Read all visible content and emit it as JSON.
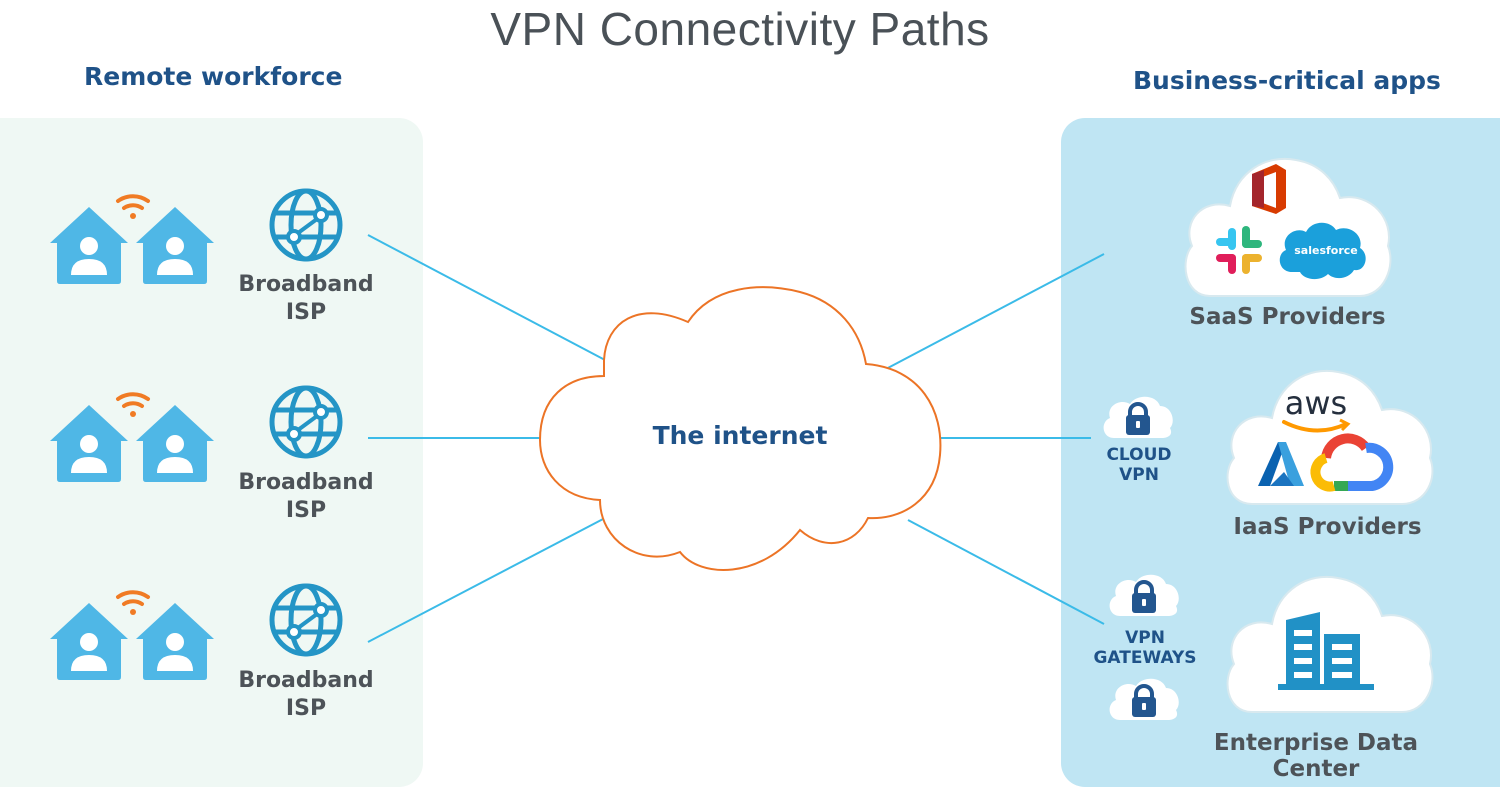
{
  "title": "VPN Connectivity Paths",
  "left_section": {
    "title": "Remote workforce",
    "rows": [
      {
        "homes_icon": "two-home-users-icon",
        "wifi_icon": "wifi-icon",
        "isp_icon": "globe-network-icon",
        "isp_label_line1": "Broadband",
        "isp_label_line2": "ISP"
      },
      {
        "homes_icon": "two-home-users-icon",
        "wifi_icon": "wifi-icon",
        "isp_icon": "globe-network-icon",
        "isp_label_line1": "Broadband",
        "isp_label_line2": "ISP"
      },
      {
        "homes_icon": "two-home-users-icon",
        "wifi_icon": "wifi-icon",
        "isp_icon": "globe-network-icon",
        "isp_label_line1": "Broadband",
        "isp_label_line2": "ISP"
      }
    ]
  },
  "center": {
    "label": "The internet",
    "icon": "cloud-outline-icon"
  },
  "right_section": {
    "title": "Business-critical apps",
    "providers": [
      {
        "label": "SaaS Providers",
        "logos": [
          "microsoft-office-logo",
          "slack-logo",
          "salesforce-logo"
        ],
        "salesforce_text": "salesforce"
      },
      {
        "label": "IaaS Providers",
        "logos": [
          "aws-logo",
          "azure-logo",
          "google-cloud-logo"
        ],
        "aws_text": "aws"
      },
      {
        "label": "Enterprise Data Center",
        "logos": [
          "office-building-icon"
        ]
      }
    ],
    "cloud_vpn": {
      "line1": "CLOUD",
      "line2": "VPN",
      "icon": "cloud-lock-icon"
    },
    "vpn_gateways": {
      "line1": "VPN",
      "line2": "GATEWAYS",
      "icon": "cloud-lock-icon"
    }
  },
  "colors": {
    "title_gray": "#4a5157",
    "heading_blue": "#1f5288",
    "home_blue": "#4fb7e6",
    "wifi_orange": "#f07b24",
    "globe_blue": "#2495c6",
    "connector_line": "#3bbbe8",
    "internet_cloud_stroke": "#ec7426",
    "left_panel_bg": "#eff8f4",
    "right_panel_bg": "#bfe5f3",
    "lock_blue": "#23568f",
    "building_blue": "#2191c6"
  }
}
